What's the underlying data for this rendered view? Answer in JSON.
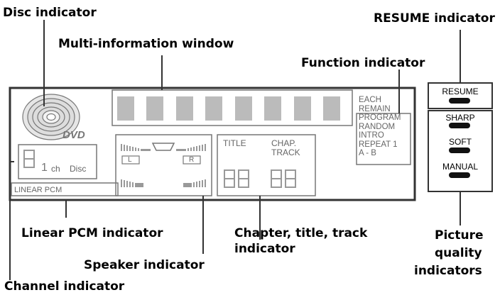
{
  "callouts": {
    "disc_indicator": "Disc indicator",
    "multi_info_window": "Multi-information window",
    "resume_indicator": "RESUME indicator",
    "function_indicator": "Function indicator",
    "linear_pcm_indicator": "Linear PCM indicator",
    "chapter_title_track_indicator": [
      "Chapter, title, track",
      "indicator"
    ],
    "speaker_indicator": "Speaker indicator",
    "channel_indicator": "Channel indicator",
    "picture_quality_indicators": [
      "Picture",
      "quality",
      "indicators"
    ]
  },
  "display": {
    "disc_logo": "DVD",
    "channel_digit": "8.",
    "channel_unit": "1",
    "channel_label": "ch",
    "disc_label": "Disc",
    "speaker_left": "L",
    "speaker_right": "R",
    "linear_pcm": "LINEAR  PCM",
    "title_label": "TITLE",
    "chap_label": "CHAP.",
    "track_label": "TRACK",
    "functions": [
      "EACH",
      "REMAIN",
      "PROGRAM",
      "RANDOM",
      "INTRO",
      "REPEAT  1",
      "A - B"
    ]
  },
  "panel": {
    "resume": "RESUME",
    "sharp": "SHARP",
    "soft": "SOFT",
    "manual": "MANUAL"
  }
}
